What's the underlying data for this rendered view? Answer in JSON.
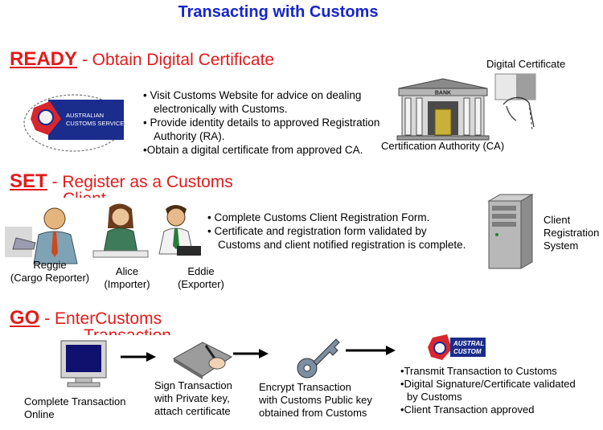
{
  "title": "Transacting with Customs",
  "ready": {
    "keyword": "READY",
    "subtitle": "- Obtain Digital Certificate",
    "bullets": [
      "• Visit Customs Website for advice on dealing",
      "electronically with Customs.",
      "• Provide identity details to approved Registration",
      "Authority (RA).",
      "•Obtain a digital certificate from approved CA."
    ],
    "badge_text": [
      "AUSTRALIAN",
      "CUSTOMS SERVICE"
    ],
    "bank_sign": "BANK",
    "digital_certificate_label": "Digital Certificate",
    "ca_label": "Certification Authority (CA)"
  },
  "set": {
    "keyword": "SET",
    "subtitle": "- Register as a Customs",
    "subtitle_line2": "Client",
    "bullets": [
      "• Complete Customs Client Registration Form.",
      "• Certificate and registration form validated  by",
      "Customs and client notified  registration is complete."
    ],
    "people": [
      {
        "name": "Reggie",
        "role": "(Cargo Reporter)"
      },
      {
        "name": "Alice",
        "role": "(Importer)"
      },
      {
        "name": "Eddie",
        "role": "(Exporter)"
      }
    ],
    "system_label": [
      "Client",
      "Registration",
      "System"
    ]
  },
  "go": {
    "keyword": "GO",
    "subtitle": "- Enter",
    "subtitle_word2": "Customs",
    "subtitle_line2": "Transaction",
    "steps": [
      {
        "lines": [
          "Complete Transaction",
          "Online"
        ]
      },
      {
        "lines": [
          "Sign Transaction",
          "with Private key,",
          "attach certificate"
        ]
      },
      {
        "lines": [
          "Encrypt Transaction",
          "with Customs Public key",
          "obtained from Customs"
        ]
      }
    ],
    "final_bullets": [
      "•Transmit Transaction  to Customs",
      "•Digital Signature/Certificate validated",
      "by Customs",
      "•Client Transaction approved"
    ],
    "logo_text": [
      "AUSTRAL",
      "CUSTOM"
    ]
  },
  "colors": {
    "title": "#1525c8",
    "stage": "#e21b1b",
    "customs_blue": "#1a2c8c",
    "customs_red": "#d8262e"
  }
}
